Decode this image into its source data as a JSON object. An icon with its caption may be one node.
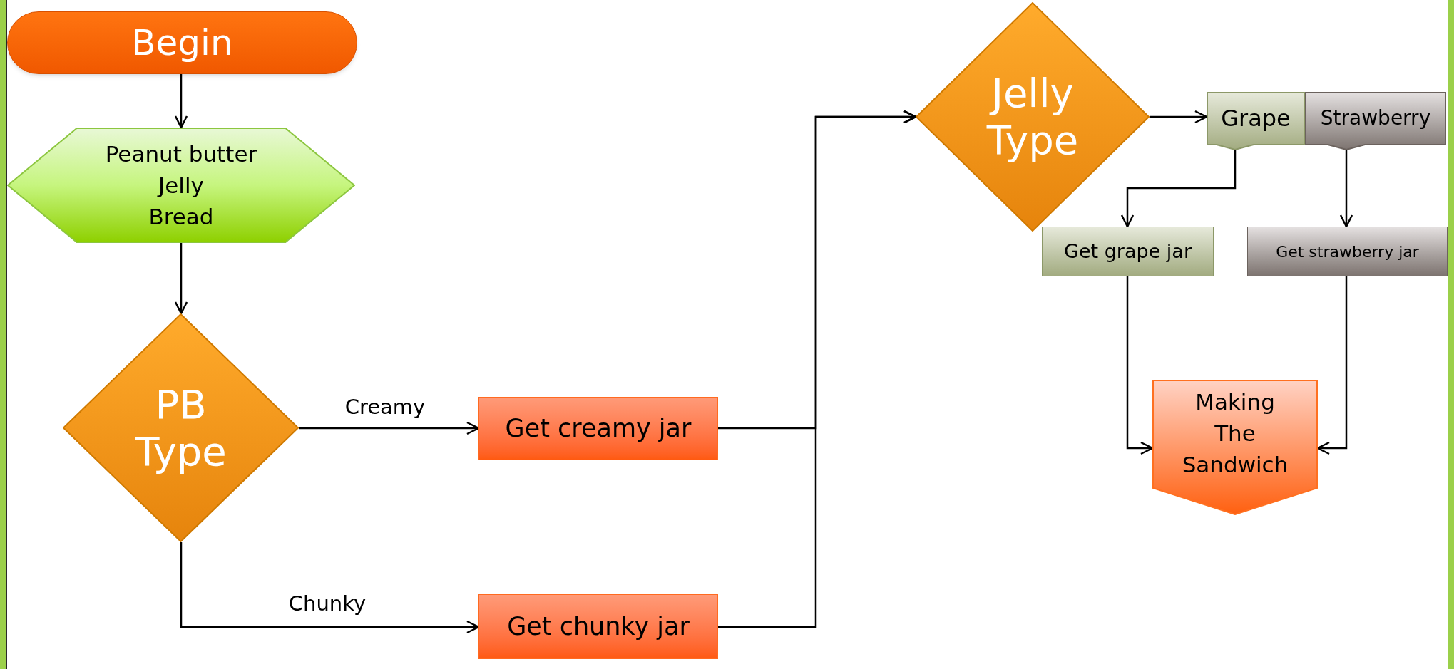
{
  "diagram": {
    "nodes": [
      {
        "text": [
          "Begin"
        ]
      },
      {
        "text": [
          "Peanut butter",
          "Jelly",
          "Bread"
        ]
      },
      {
        "text": [
          "PB Type"
        ]
      },
      {
        "text": [
          "Get creamy jar"
        ]
      },
      {
        "text": [
          "Get chunky jar"
        ]
      },
      {
        "text": [
          "Jelly Type"
        ]
      },
      {
        "text": [
          "Grape"
        ]
      },
      {
        "text": [
          "Strawberry"
        ]
      },
      {
        "text": [
          "Get grape jar"
        ]
      },
      {
        "text": [
          "Get strawberry jar"
        ]
      },
      {
        "text": [
          "Making The Sandwich"
        ]
      }
    ],
    "edges": [
      {
        "from": 0,
        "to": 1,
        "arrow": "to"
      },
      {
        "from": 1,
        "to": 2,
        "arrow": "to"
      },
      {
        "from": 2,
        "to": 3,
        "arrow": "to",
        "label": "Creamy"
      },
      {
        "from": 2,
        "to": 4,
        "arrow": "to",
        "label": "Chunky"
      },
      {
        "from": 3,
        "to": 5,
        "arrow": "to"
      },
      {
        "from": 4,
        "to": 5,
        "arrow": "to"
      },
      {
        "from": 5,
        "to": 6,
        "arrow": "to"
      },
      {
        "from": 6,
        "to": 8,
        "arrow": "to"
      },
      {
        "from": 7,
        "to": 9,
        "arrow": "to"
      },
      {
        "from": 8,
        "to": 10,
        "arrow": "to"
      },
      {
        "from": 9,
        "to": 10,
        "arrow": "to"
      }
    ]
  }
}
